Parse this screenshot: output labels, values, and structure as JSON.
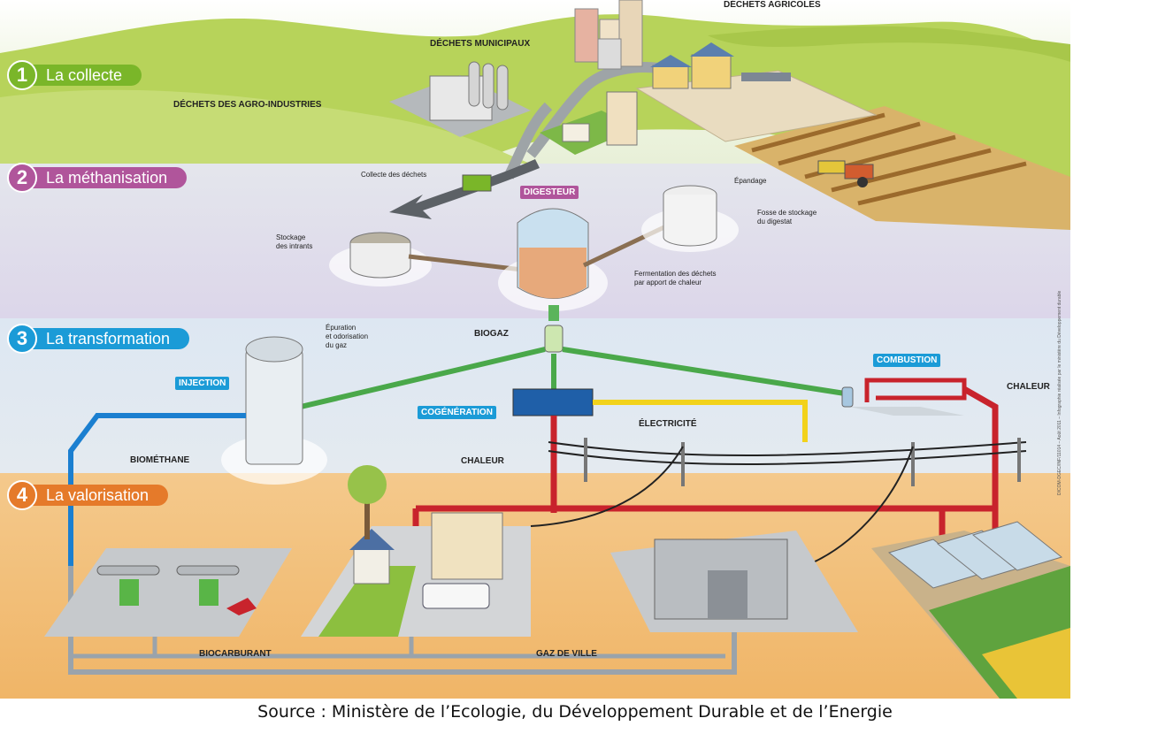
{
  "stages": [
    {
      "num": "1",
      "label": "La collecte",
      "color": "#7ab629"
    },
    {
      "num": "2",
      "label": "La méthanisation",
      "color": "#b0559b"
    },
    {
      "num": "3",
      "label": "La transformation",
      "color": "#1b9bd7"
    },
    {
      "num": "4",
      "label": "La valorisation",
      "color": "#e57a2a"
    }
  ],
  "labels": {
    "dechets_agricoles": "DÉCHETS AGRICOLES",
    "dechets_municipaux": "DÉCHETS MUNICIPAUX",
    "dechets_agro_industries": "DÉCHETS DES AGRO-INDUSTRIES",
    "collecte_dechets": "Collecte des déchets",
    "epandage": "Épandage",
    "fosse_stockage": "Fosse de stockage\ndu digestat",
    "stockage_intrants": "Stockage\ndes intrants",
    "digesteur": "DIGESTEUR",
    "fermentation": "Fermentation des déchets\npar apport de chaleur",
    "biogaz": "BIOGAZ",
    "epuration": "Épuration\net odorisation\ndu gaz",
    "injection": "INJECTION",
    "biomethane": "BIOMÉTHANE",
    "cogeneration": "COGÉNÉRATION",
    "combustion": "COMBUSTION",
    "chaleur_right": "CHALEUR",
    "electricite": "ÉLECTRICITÉ",
    "chaleur_center": "CHALEUR",
    "biocarburant": "BIOCARBURANT",
    "gaz_de_ville": "GAZ DE VILLE"
  },
  "colors": {
    "tag_blue": "#1b9bd7",
    "digesteur_tag": "#b0559b",
    "pipe_gas": "#4aa84a",
    "pipe_heat": "#c8232c",
    "pipe_elec": "#f2d21b",
    "pipe_biomethane": "#1b7fd0"
  },
  "caption": "Source : Ministère de l’Ecologie, du Développement Durable et de l’Energie",
  "credit": "DICOM-DGEC/INF/11014 – Août 2011 – Infographie réalisée par le ministère du Développement durable"
}
